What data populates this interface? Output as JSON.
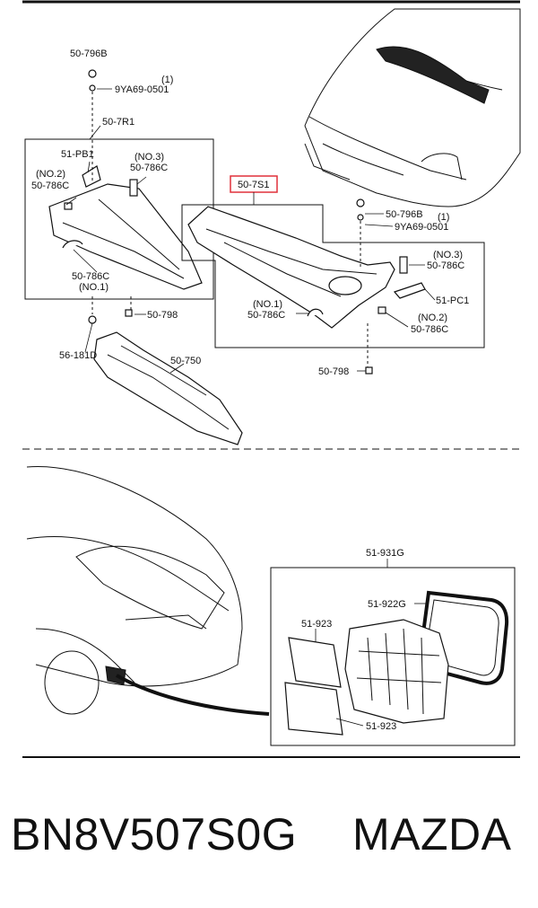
{
  "labels": {
    "p_50_796b_top": "50-796B",
    "p_9ya69_top_qty": "(1)",
    "p_9ya69_top": "9YA69-0501",
    "p_50_7r1": "50-7R1",
    "p_51_pb1": "51-PB1",
    "p_no3_left": "(NO.3)",
    "p_50_786c_no3_left": "50-786C",
    "p_no2_left": "(NO.2)",
    "p_50_786c_no2_left": "50-786C",
    "p_50_786c_no1_left": "50-786C",
    "p_no1_left": "(NO.1)",
    "p_50_7s1": "50-7S1",
    "p_50_796b_right": "50-796B",
    "p_9ya69_right_qty": "(1)",
    "p_9ya69_right": "9YA69-0501",
    "p_no3_right": "(NO.3)",
    "p_50_786c_no3_right": "50-786C",
    "p_51_pc1": "51-PC1",
    "p_no1_right": "(NO.1)",
    "p_50_786c_no1_right": "50-786C",
    "p_no2_right": "(NO.2)",
    "p_50_786c_no2_right": "50-786C",
    "p_50_798_mid": "50-798",
    "p_56_181d": "56-181D",
    "p_50_750": "50-750",
    "p_50_798_bottom": "50-798",
    "p_51_931g": "51-931G",
    "p_51_922g": "51-922G",
    "p_51_923_top": "51-923",
    "p_51_923_bottom": "51-923"
  },
  "caption": {
    "part_number": "BN8V507S0G",
    "brand": "MAZDA"
  },
  "colors": {
    "highlight": "#e0303a",
    "line": "#111111"
  }
}
